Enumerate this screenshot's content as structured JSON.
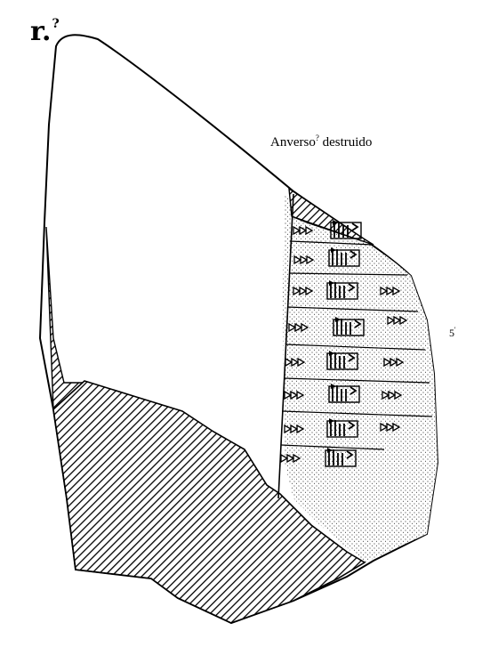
{
  "figure": {
    "side_label": "r.",
    "side_label_mark": "?",
    "obverse_note": "Anverso",
    "obverse_note_mark": "?",
    "obverse_note_tail": "destruido",
    "line_number": "5",
    "line_number_mark": "'"
  },
  "colors": {
    "ink": "#000000",
    "paper": "#ffffff"
  },
  "icons": [
    "tablet-outline",
    "hatched-damage",
    "stippled-surface",
    "cuneiform-signs"
  ]
}
